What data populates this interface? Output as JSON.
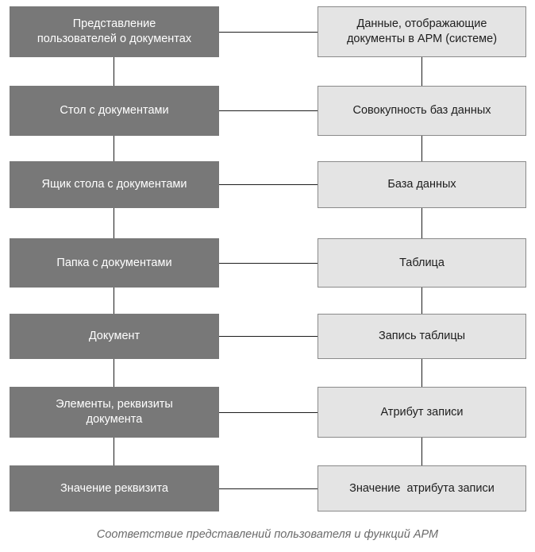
{
  "diagram": {
    "title": "Соответствие представлений пользователя и функций АРМ",
    "caption": "Соответствие представлений пользователя и функций АРМ",
    "colors": {
      "left_box_fill": "#787878",
      "left_box_text": "#ffffff",
      "right_box_fill": "#e4e4e4",
      "right_box_border": "#8a8a8a",
      "right_box_text": "#1e1e1e",
      "connector": "#1d1d1d",
      "caption_text": "#6b6b6b",
      "background": "#ffffff"
    },
    "columns": [
      {
        "id": "user-view",
        "side": "left"
      },
      {
        "id": "arm-function",
        "side": "right"
      }
    ],
    "rows": [
      {
        "index": 1,
        "left": "Представление\nпользователей о документах",
        "right": "Данные, отображающие\nдокументы в АРМ (системе)"
      },
      {
        "index": 2,
        "left": "Стол с документами",
        "right": "Совокупность баз данных"
      },
      {
        "index": 3,
        "left": "Ящик стола с документами",
        "right": "База данных"
      },
      {
        "index": 4,
        "left": "Папка с документами",
        "right": "Таблица"
      },
      {
        "index": 5,
        "left": "Документ",
        "right": "Запись таблицы"
      },
      {
        "index": 6,
        "left": "Элементы, реквизиты\nдокумента",
        "right": "Атрибут записи"
      },
      {
        "index": 7,
        "left": "Значение реквизита",
        "right": "Значение  атрибута записи"
      }
    ]
  }
}
